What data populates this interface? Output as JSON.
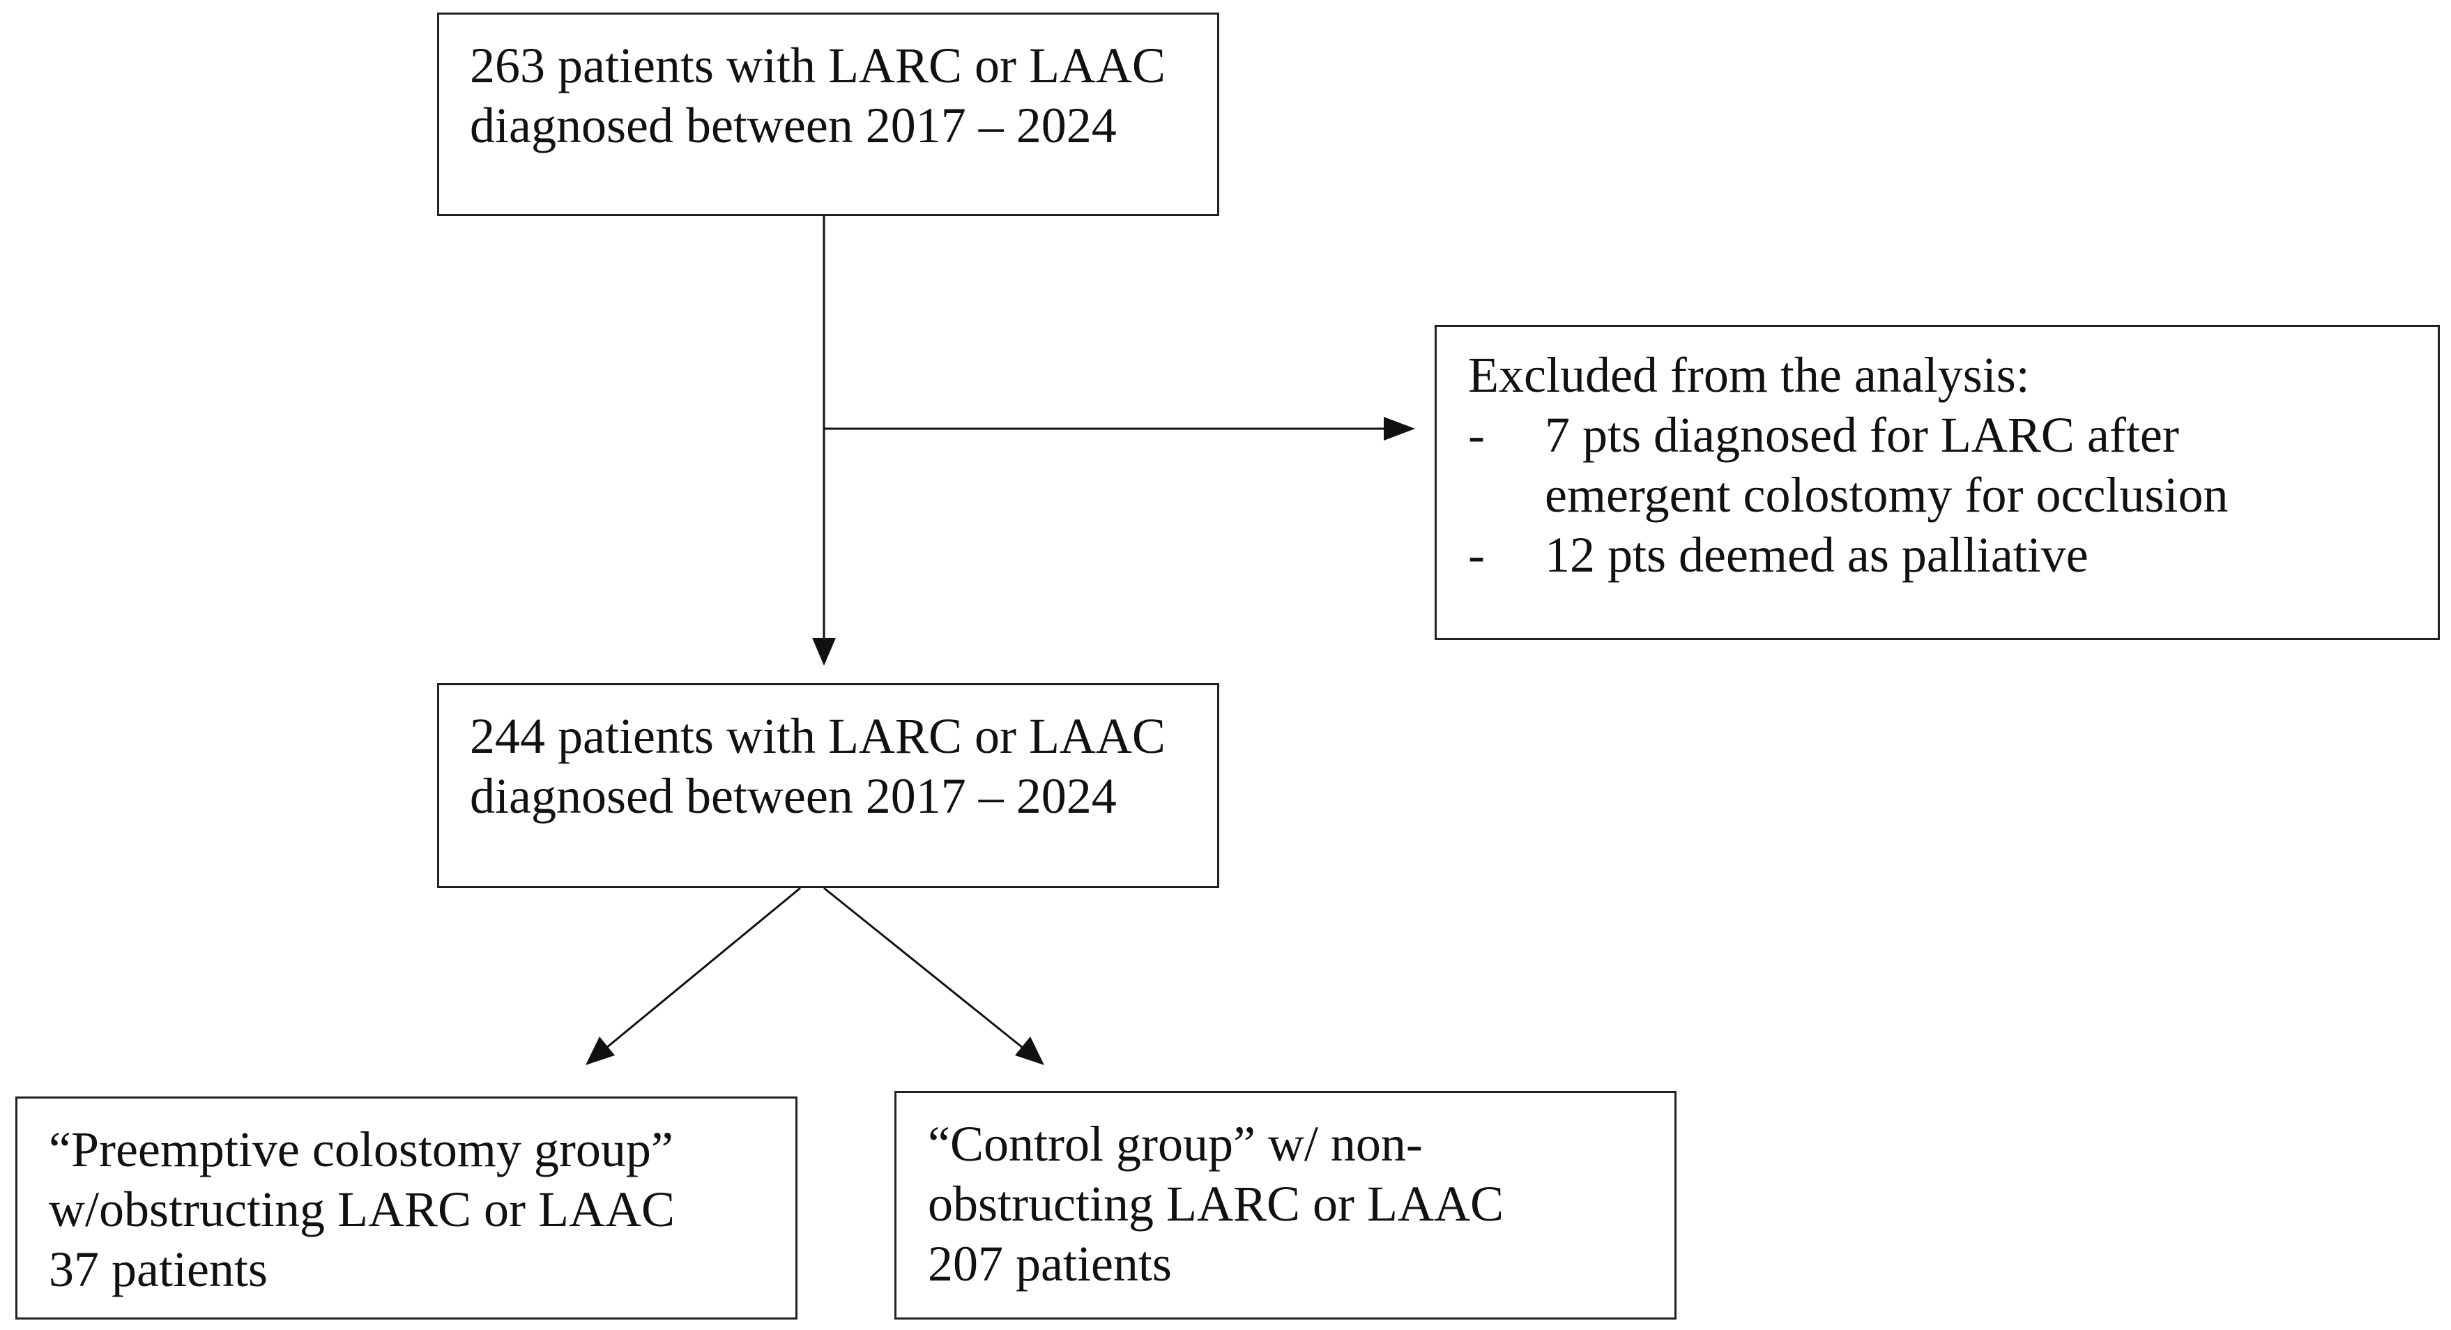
{
  "boxes": {
    "top": {
      "lines": [
        "263 patients with LARC or LAAC",
        "diagnosed between 2017 – 2024"
      ]
    },
    "excluded": {
      "heading": "Excluded from the analysis:",
      "bullet_marker": "-",
      "bullets": [
        {
          "lines": [
            "7 pts diagnosed for LARC after",
            "emergent colostomy for occlusion"
          ]
        },
        {
          "lines": [
            "12 pts deemed as palliative"
          ]
        }
      ]
    },
    "middle": {
      "lines": [
        "244 patients with LARC or LAAC",
        "diagnosed between 2017 – 2024"
      ]
    },
    "preemptive": {
      "lines": [
        "“Preemptive colostomy group”",
        "w/obstructing LARC or LAAC",
        "37 patients"
      ]
    },
    "control": {
      "lines": [
        "“Control group” w/ non-",
        "obstructing LARC or LAAC",
        "207 patients"
      ]
    }
  }
}
